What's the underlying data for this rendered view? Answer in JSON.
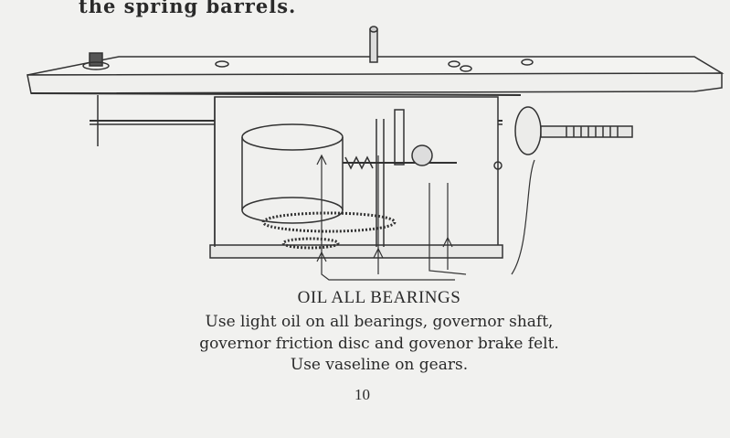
{
  "page": {
    "top_text": "the spring barrels.",
    "heading": "OIL ALL BEARINGS",
    "instructions": [
      "Use light oil on all bearings, governor shaft,",
      "governor friction disc and govenor brake felt.",
      "Use vaseline on gears."
    ],
    "page_number": "10"
  }
}
